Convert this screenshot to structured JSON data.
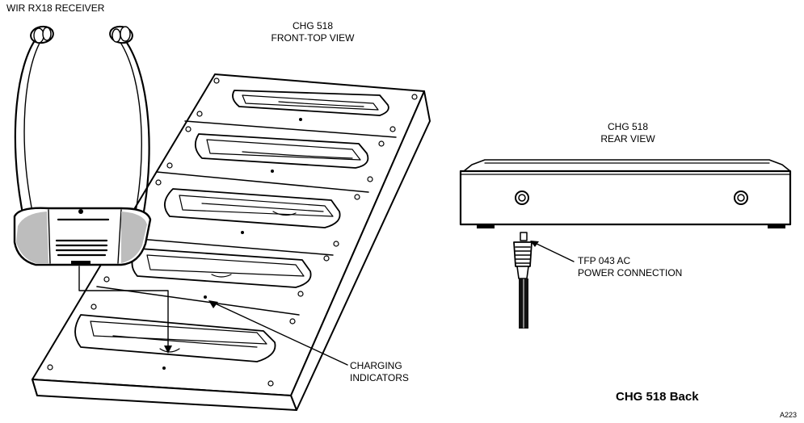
{
  "receiver": {
    "label": "WIR RX18 RECEIVER"
  },
  "front_view": {
    "title_line1": "CHG 518",
    "title_line2": "FRONT-TOP VIEW"
  },
  "rear_view": {
    "title_line1": "CHG 518",
    "title_line2": "REAR VIEW"
  },
  "power": {
    "line1": "TFP 043 AC",
    "line2": "POWER CONNECTION"
  },
  "indicators": {
    "line1": "CHARGING",
    "line2": "INDICATORS"
  },
  "caption": "CHG 518 Back",
  "figure_code": "A223"
}
